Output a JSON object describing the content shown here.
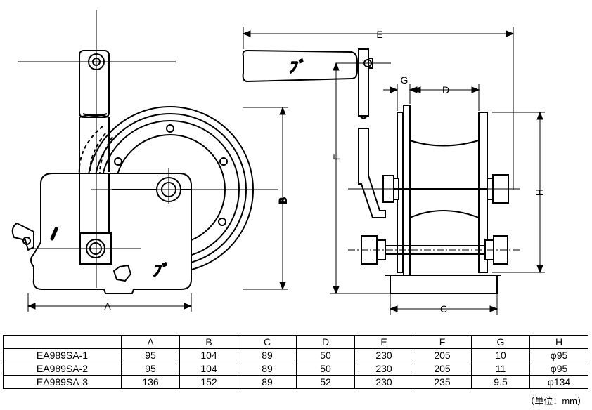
{
  "drawing": {
    "dim_labels": {
      "A": "A",
      "B": "B",
      "C": "C",
      "D": "D",
      "E": "E",
      "F": "F",
      "G": "G",
      "H": "H"
    },
    "logo_mark": "ﾌﾞ"
  },
  "table": {
    "headers": [
      "",
      "A",
      "B",
      "C",
      "D",
      "E",
      "F",
      "G",
      "H"
    ],
    "rows": [
      [
        "EA989SA-1",
        "95",
        "104",
        "89",
        "50",
        "230",
        "205",
        "10",
        "φ95"
      ],
      [
        "EA989SA-2",
        "95",
        "104",
        "89",
        "50",
        "230",
        "205",
        "11",
        "φ95"
      ],
      [
        "EA989SA-3",
        "136",
        "152",
        "89",
        "52",
        "230",
        "235",
        "9.5",
        "φ134"
      ]
    ]
  },
  "unit_note": "（単位：mm）"
}
